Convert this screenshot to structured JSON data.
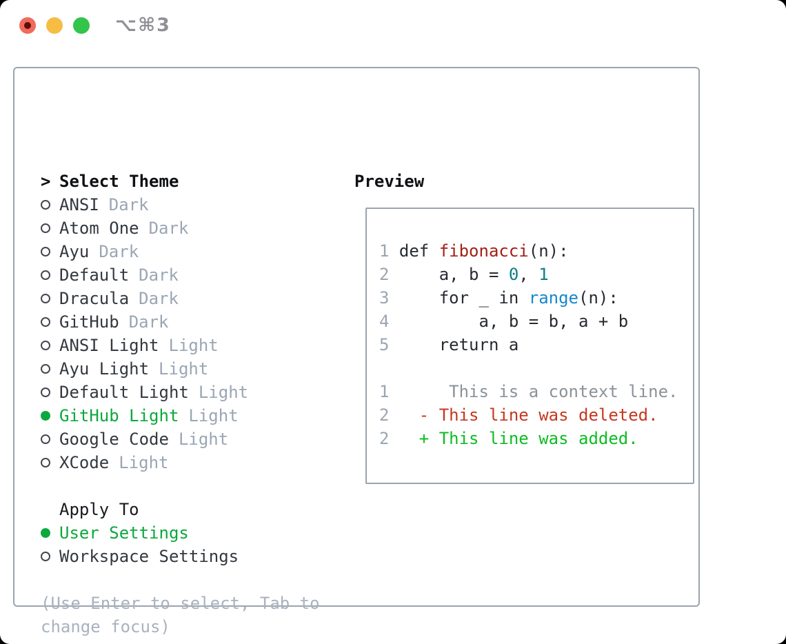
{
  "titlebar": {
    "shortcut": "⌥⌘3"
  },
  "colors": {
    "accent_green": "#0ca83e",
    "added_green": "#0cbd23",
    "deleted_red": "#c5371f",
    "function_red": "#a32015",
    "number_teal": "#0c7e86",
    "builtin_blue": "#1588cb",
    "line_number_gray": "#9aa5b1",
    "muted_tag_gray": "#9aa6b4",
    "hint_gray": "#a9b2bf",
    "border_gray": "#9aa3b0"
  },
  "theme_panel": {
    "prompt": ">",
    "title": "Select Theme",
    "items": [
      {
        "name": "ANSI",
        "tag": "Dark",
        "selected": false
      },
      {
        "name": "Atom One",
        "tag": "Dark",
        "selected": false
      },
      {
        "name": "Ayu",
        "tag": "Dark",
        "selected": false
      },
      {
        "name": "Default",
        "tag": "Dark",
        "selected": false
      },
      {
        "name": "Dracula",
        "tag": "Dark",
        "selected": false
      },
      {
        "name": "GitHub",
        "tag": "Dark",
        "selected": false
      },
      {
        "name": "ANSI Light",
        "tag": "Light",
        "selected": false
      },
      {
        "name": "Ayu Light",
        "tag": "Light",
        "selected": false
      },
      {
        "name": "Default Light",
        "tag": "Light",
        "selected": false
      },
      {
        "name": "GitHub Light",
        "tag": "Light",
        "selected": true
      },
      {
        "name": "Google Code",
        "tag": "Light",
        "selected": false
      },
      {
        "name": "XCode",
        "tag": "Light",
        "selected": false
      }
    ],
    "apply_to": {
      "title": "Apply To",
      "options": [
        {
          "name": "User Settings",
          "selected": true
        },
        {
          "name": "Workspace Settings",
          "selected": false
        }
      ]
    },
    "hint_lines": [
      "(Use Enter to select, Tab to",
      "change focus)"
    ]
  },
  "preview": {
    "title": "Preview",
    "code_lines": [
      {
        "num": "1",
        "segments": [
          [
            "code",
            " def "
          ],
          [
            "func",
            "fibonacci"
          ],
          [
            "code",
            "(n):"
          ]
        ]
      },
      {
        "num": "2",
        "segments": [
          [
            "code",
            "     a, b = "
          ],
          [
            "number",
            "0"
          ],
          [
            "code",
            ", "
          ],
          [
            "number",
            "1"
          ]
        ]
      },
      {
        "num": "3",
        "segments": [
          [
            "code",
            "     for _ in "
          ],
          [
            "builtin",
            "range"
          ],
          [
            "code",
            "(n):"
          ]
        ]
      },
      {
        "num": "4",
        "segments": [
          [
            "code",
            "         a, b = b, a + b"
          ]
        ]
      },
      {
        "num": "5",
        "segments": [
          [
            "code",
            "     return a"
          ]
        ]
      },
      {
        "num": "",
        "segments": []
      },
      {
        "num": "1",
        "segments": [
          [
            "context",
            "      This is a context line."
          ]
        ]
      },
      {
        "num": "2",
        "segments": [
          [
            "deleted",
            "   - This line was deleted."
          ]
        ]
      },
      {
        "num": "2",
        "segments": [
          [
            "added",
            "   + This line was added."
          ]
        ]
      }
    ]
  }
}
